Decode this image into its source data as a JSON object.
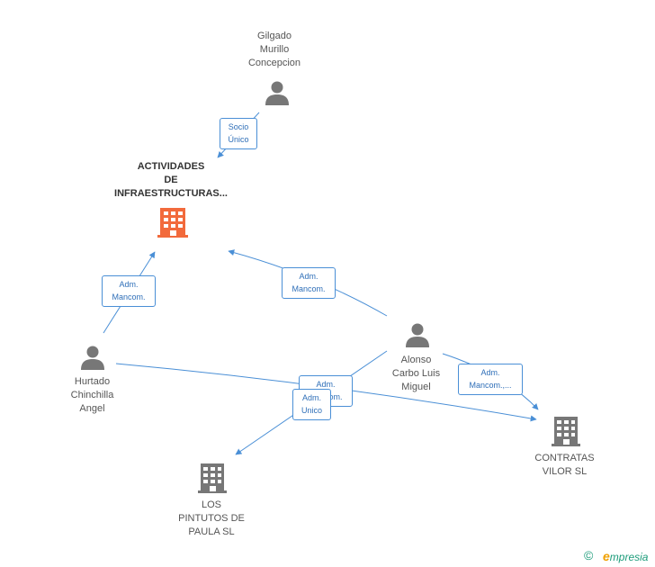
{
  "nodes": {
    "gilgado": {
      "label": "Gilgado\nMurillo\nConcepcion",
      "kind": "person"
    },
    "actividades": {
      "label": "ACTIVIDADES\nDE\nINFRAESTRUCTURAS...",
      "kind": "company-main"
    },
    "hurtado": {
      "label": "Hurtado\nChinchilla\nAngel",
      "kind": "person"
    },
    "alonso": {
      "label": "Alonso\nCarbo Luis\nMiguel",
      "kind": "person"
    },
    "contratas": {
      "label": "CONTRATAS\nVILOR SL",
      "kind": "company"
    },
    "pintutos": {
      "label": "LOS\nPINTUTOS DE\nPAULA  SL",
      "kind": "company"
    }
  },
  "edge_labels": {
    "gilgado_actividades": "Socio\nÚnico",
    "hurtado_actividades": "Adm.\nMancom.",
    "alonso_actividades": "Adm.\nMancom.",
    "alonso_contratas": "Adm.\nMancom.,...",
    "hurtado_contratas": "Adm.\nMancom.",
    "alonso_pintutos": "Adm.\nUnico"
  },
  "footer": {
    "copyright": "©",
    "brand_first": "e",
    "brand_rest": "mpresia"
  },
  "colors": {
    "edge": "#4a8fd6",
    "person": "#777777",
    "company": "#777777",
    "company_main": "#f26a3c"
  }
}
